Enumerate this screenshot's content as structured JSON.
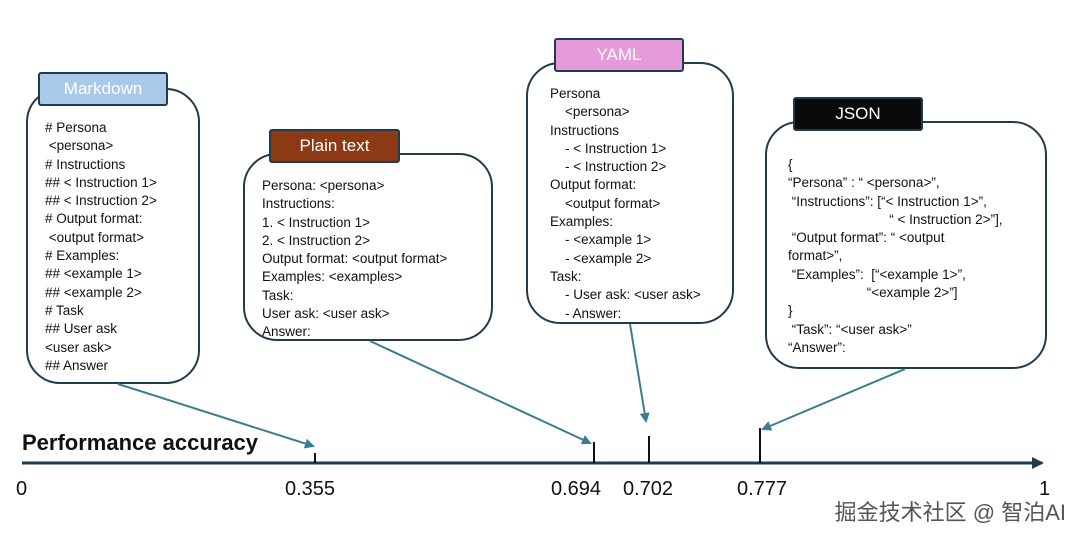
{
  "axis": {
    "title": "Performance accuracy",
    "start_label": "0",
    "end_label": "1",
    "ticks": [
      {
        "value": 0.355,
        "label": "0.355"
      },
      {
        "value": 0.694,
        "label": "0.694"
      },
      {
        "value": 0.702,
        "label": "0.702"
      },
      {
        "value": 0.777,
        "label": "0.777"
      }
    ]
  },
  "formats": {
    "markdown": {
      "label": "Markdown",
      "color": "#a9c9ea",
      "text_color": "#ffffff",
      "lines": [
        "# Persona",
        " <persona>",
        "# Instructions",
        "## < Instruction 1>",
        "## < Instruction 2>",
        "# Output format:",
        " <output format>",
        "# Examples:",
        "## <example 1>",
        "## <example 2>",
        "# Task",
        "## User ask",
        "<user ask>",
        "## Answer"
      ]
    },
    "plain_text": {
      "label": "Plain text",
      "color": "#8b3a14",
      "text_color": "#ffffff",
      "lines": [
        "Persona: <persona>",
        "Instructions:",
        "1. < Instruction 1>",
        "2. < Instruction 2>",
        "Output format: <output format>",
        "Examples: <examples>",
        "Task:",
        "User ask: <user ask>",
        "Answer:"
      ]
    },
    "yaml": {
      "label": "YAML",
      "color": "#e59ad9",
      "text_color": "#ffffff",
      "lines": [
        "Persona",
        "    <persona>",
        "Instructions",
        "    - < Instruction 1>",
        "    - < Instruction 2>",
        "Output format:",
        "    <output format>",
        "Examples:",
        "    - <example 1>",
        "    - <example 2>",
        "Task:",
        "    - User ask: <user ask>",
        "    - Answer:"
      ]
    },
    "json": {
      "label": "JSON",
      "color": "#0a0a0a",
      "text_color": "#ffffff",
      "lines": [
        "{",
        "“Persona” : “ <persona>”,",
        " “Instructions”: [“< Instruction 1>”,",
        "                           “ < Instruction 2>”],",
        " “Output format”: “ <output",
        "format>”,",
        " “Examples”:  [“<example 1>”,",
        "                     “<example 2>”]",
        "}",
        " “Task”: “<user ask>”",
        "“Answer”:"
      ]
    }
  },
  "colors": {
    "line": "#1f3b4d",
    "arrow": "#3d7c8e"
  },
  "watermark": "掘金技术社区 @ 智泊AI"
}
